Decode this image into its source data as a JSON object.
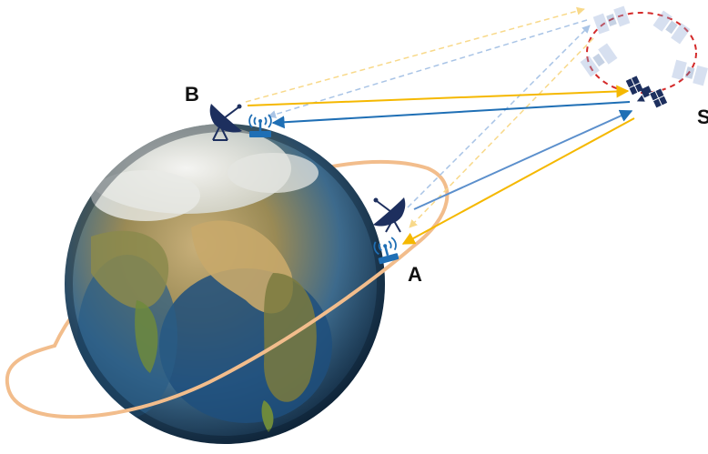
{
  "labels": {
    "station_b": "B",
    "station_a": "A",
    "satellite": "S"
  },
  "icons": {
    "earth": "earth-globe-icon",
    "dish": "satellite-dish-icon",
    "antenna": "signal-antenna-icon",
    "satellite": "satellite-icon"
  },
  "colors": {
    "uplink_yellow": "#f5b800",
    "downlink_blue": "#1f6fb5",
    "faded_yellow": "#f8d98a",
    "faded_blue": "#a9c4e6",
    "orbit_red": "#d42a2a",
    "ring_peach": "#f2bd8c",
    "icon_navy": "#1d2f5e",
    "icon_blue": "#1f6fb5"
  }
}
